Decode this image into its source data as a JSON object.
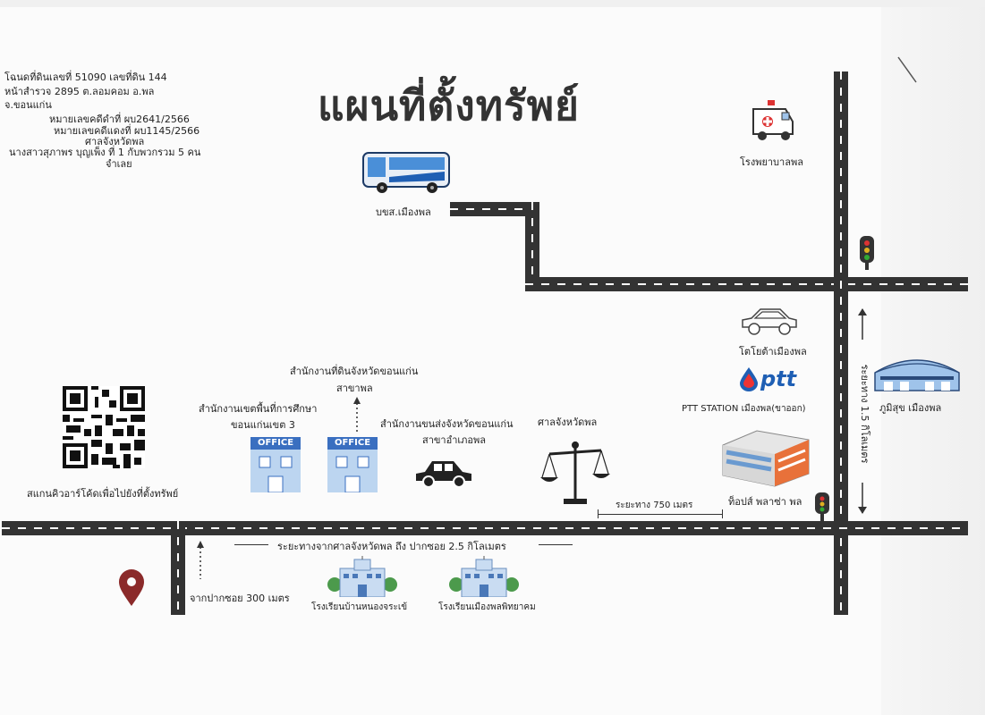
{
  "title": "แผนที่ตั้งทรัพย์",
  "info": {
    "line1": "โฉนดที่ดินเลขที่ 51090  เลขที่ดิน 144",
    "line2": "หน้าสำรวจ      2895      ต.ลอมคอม       อ.พล",
    "line3": "จ.ขอนแก่น",
    "line4": "หมายเลขคดีดำที่ ผบ2641/2566",
    "line5": "หมายเลขคดีแดงที่ ผบ1145/2566",
    "line6": "ศาลจังหวัดพล",
    "line7": "นางสาวสุภาพร บุญเพ็ง ที่ 1 กับพวกรวม 5 คน",
    "line8": "จำเลย"
  },
  "places": {
    "bus": "บขส.เมืองพล",
    "hospital": "โรงพยาบาลพล",
    "toyota": "โตโยต้าเมืองพล",
    "ptt_logo": "ptt",
    "ptt": "PTT STATION เมืองพล(ขาออก)",
    "homepro": "ภูมิสุข เมืองพล",
    "lotus": "ท็อปส์ พลาซ่า พล",
    "court": "ศาลจังหวัดพล",
    "transport": "สำนักงานขนส่งจังหวัดขอนแก่น",
    "transport2": "สาขาอำเภอพล",
    "land_office": "สำนักงานที่ดินจังหวัดขอนแก่น",
    "land_office2": "สาขาพล",
    "edu_office": "สำนักงานเขตพื้นที่การศึกษา",
    "edu_office2": "ขอนแก่นเขต 3",
    "office_tag": "OFFICE",
    "school1": "โรงเรียนบ้านหนองจระเข้",
    "school2": "โรงเรียนเมืองพลพิทยาคม",
    "qr": "สแกนคิวอาร์โค้ดเพื่อไปยังที่ตั้งทรัพย์"
  },
  "distances": {
    "vertical": "ระยะทาง 1.5 กิโลเมตร",
    "court_dist": "ระยะทาง 750 เมตร",
    "main": "ระยะทางจากศาลจังหวัดพล ถึง ปากซอย 2.5 กิโลเมตร",
    "soi": "จากปากซอย 300 เมตร"
  },
  "colors": {
    "road": "#333333",
    "office_blue": "#3a6fc0",
    "building_blue": "#9fc3ea",
    "pin": "#8b2a2a",
    "ptt_blue": "#1f5fb4"
  },
  "icons": [
    "bus-icon",
    "ambulance-icon",
    "traffic-light-icon",
    "car-outline-icon",
    "ptt-drop-icon",
    "stadium-icon",
    "shopping-mall-icon",
    "scales-icon",
    "car-icon",
    "office-icon",
    "school-icon",
    "map-pin-icon",
    "qr-code"
  ]
}
